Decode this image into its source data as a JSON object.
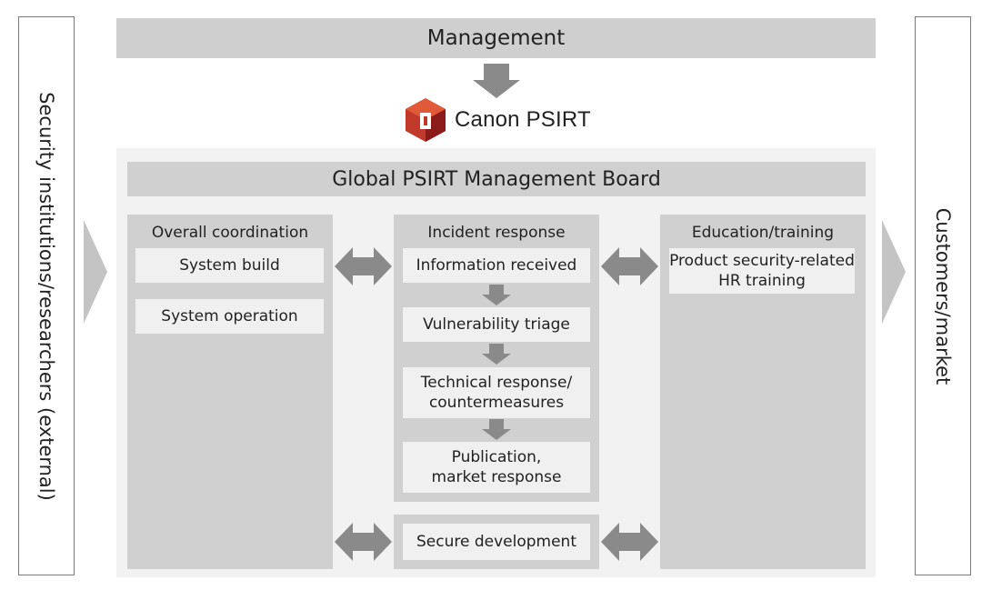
{
  "left_label": "Security institutions/researchers (external)",
  "right_label": "Customers/market",
  "management": "Management",
  "logo": {
    "text": "Canon PSIRT",
    "icon": "canon-psirt-logo-icon",
    "colors": {
      "dark": "#8b1a1a",
      "mid": "#c0392b",
      "light": "#e05a3a"
    }
  },
  "board_title": "Global PSIRT Management Board",
  "columns": {
    "overall": {
      "title": "Overall coordination",
      "items": [
        "System build",
        "System operation"
      ]
    },
    "incident": {
      "title": "Incident response",
      "items": [
        "Information received",
        "Vulnerability triage",
        "Technical response/\ncountermeasures",
        "Publication,\nmarket response"
      ]
    },
    "education": {
      "title": "Education/training",
      "items": [
        "Product security-related\nHR training"
      ]
    }
  },
  "secure_development": "Secure development",
  "colors": {
    "arrow": "#8a8a8a",
    "panel": "#d0d0d0",
    "item": "#f0f0f0",
    "board_bg": "#f2f2f2"
  }
}
